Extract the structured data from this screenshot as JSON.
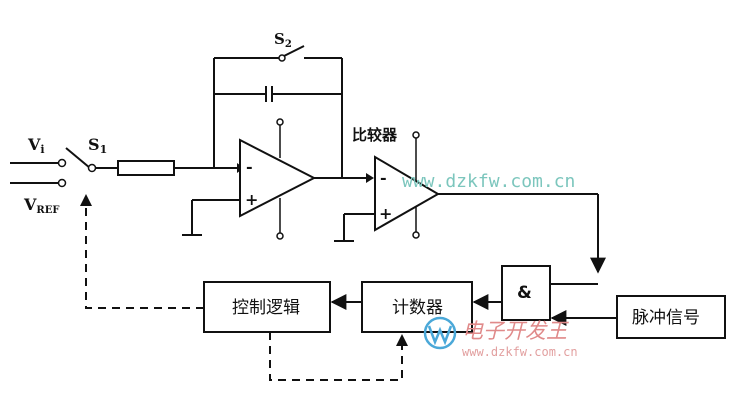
{
  "labels": {
    "vi": "V",
    "vi_sub": "i",
    "vref": "V",
    "vref_sub": "REF",
    "s1": "S",
    "s1_sub": "1",
    "s2": "S",
    "s2_sub": "2",
    "comparator": "比较器",
    "opamp_minus": "-",
    "opamp_plus": "+",
    "comp_minus": "-",
    "comp_plus": "+"
  },
  "blocks": {
    "and_gate": "&",
    "pulse_signal": "脉冲信号",
    "counter": "计数器",
    "control_logic": "控制逻辑"
  },
  "watermark": {
    "url_top": "www.dzkfw.com.cn",
    "brand_cn": "电子开发王",
    "url_bottom": "www.dzkfw.com.cn"
  },
  "colors": {
    "line": "#111111",
    "watermark_teal": "#7cc6bd",
    "watermark_red": "#e08a8a"
  }
}
